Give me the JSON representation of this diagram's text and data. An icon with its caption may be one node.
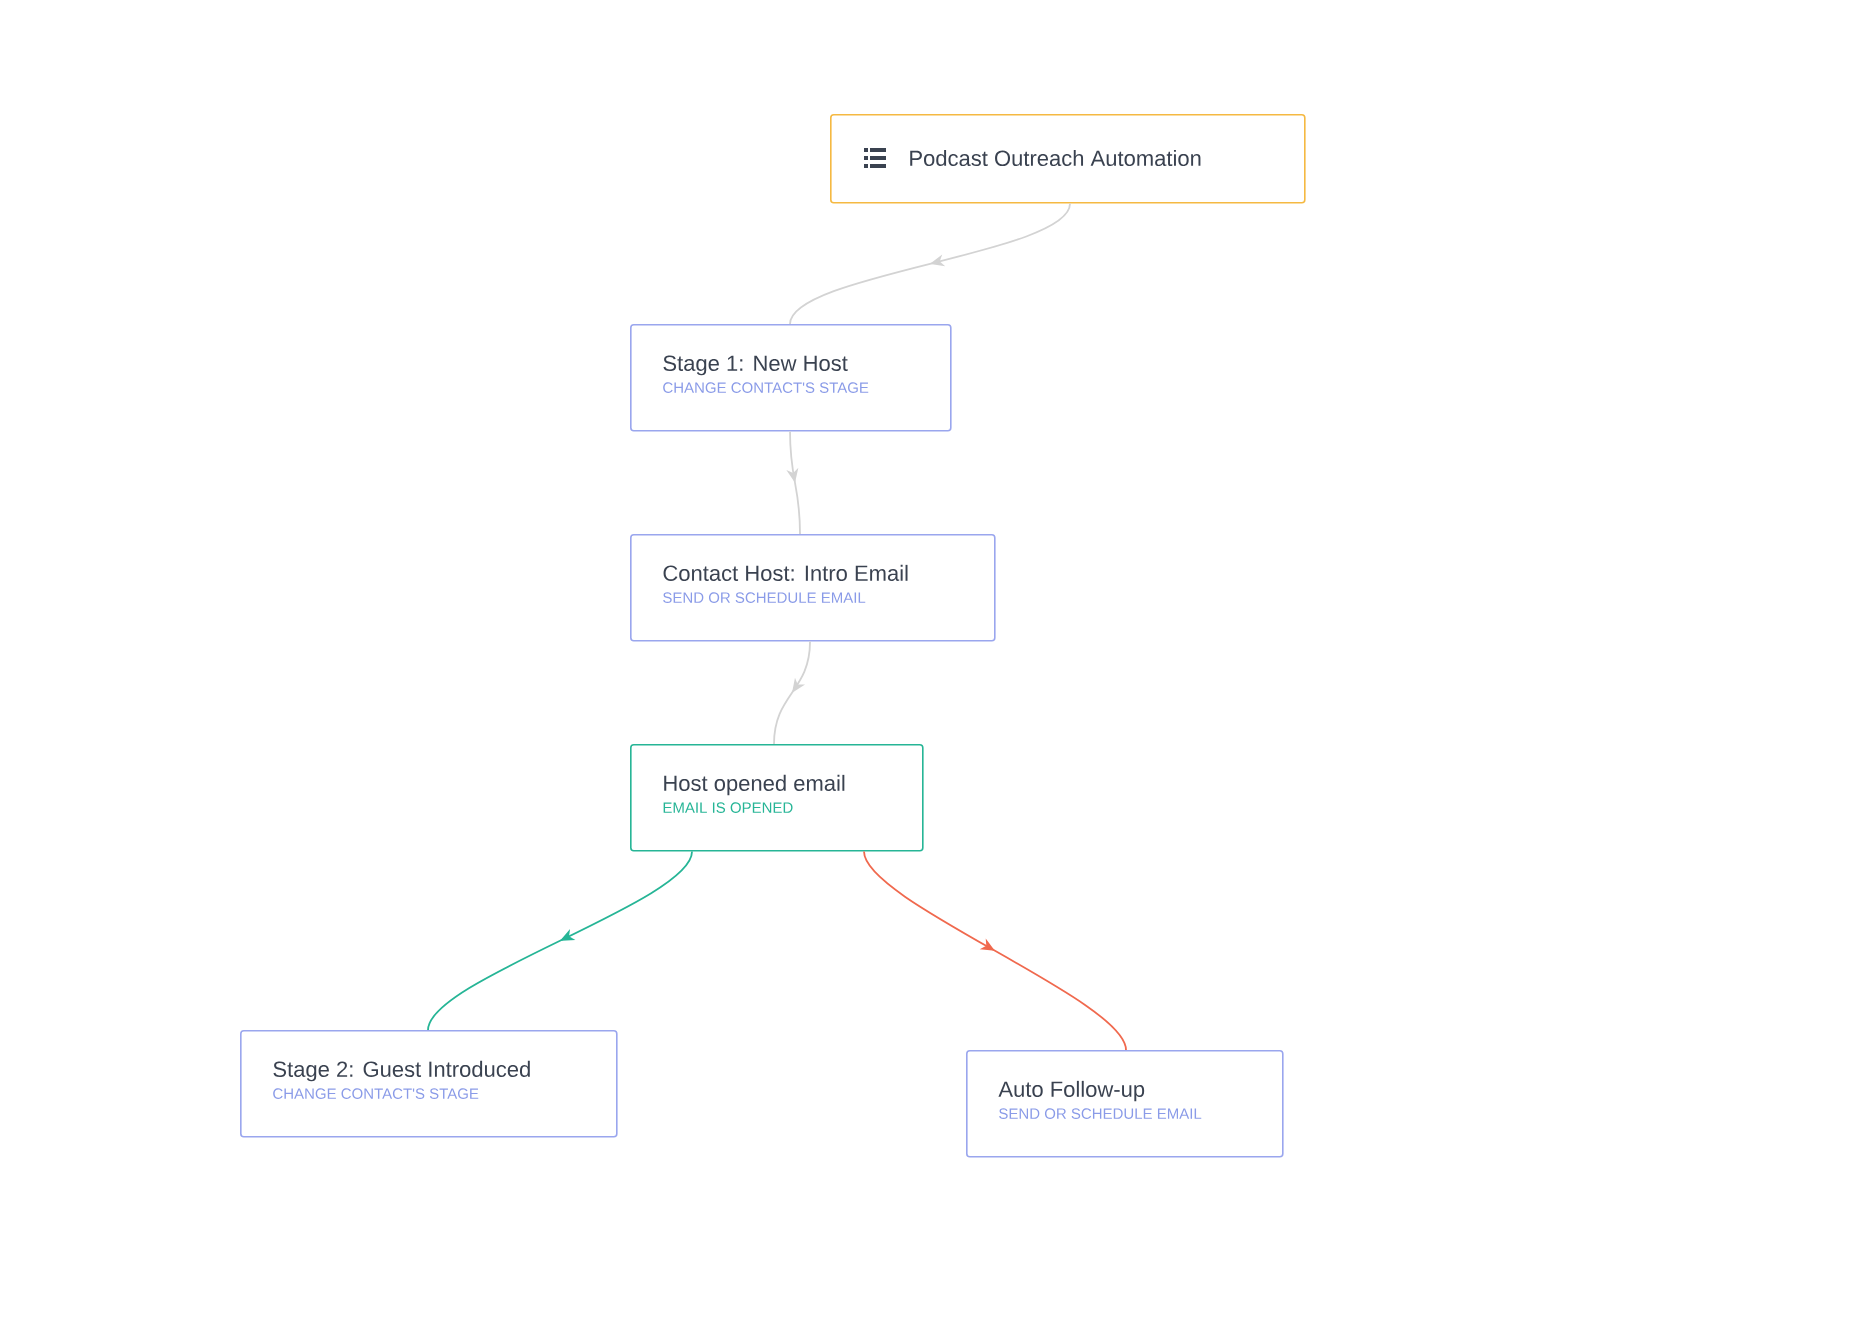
{
  "diagram": {
    "nodes": [
      {
        "text": [
          "Podcast Outreach Automation"
        ]
      },
      {
        "text": [
          "Stage 1: New Host",
          "CHANGE CONTACT'S STAGE"
        ]
      },
      {
        "text": [
          "Contact Host: Intro Email",
          "SEND OR SCHEDULE EMAIL"
        ]
      },
      {
        "text": [
          "Host opened email",
          "EMAIL IS OPENED"
        ]
      },
      {
        "text": [
          "Stage 2: Guest Introduced",
          "CHANGE CONTACT'S STAGE"
        ]
      },
      {
        "text": [
          "Auto Follow-up",
          "SEND OR SCHEDULE EMAIL"
        ]
      }
    ],
    "edges": [
      {
        "from": 0,
        "to": 1,
        "arrow": "to"
      },
      {
        "from": 1,
        "to": 2,
        "arrow": "to"
      },
      {
        "from": 2,
        "to": 3,
        "arrow": "to"
      },
      {
        "from": 3,
        "to": 4,
        "arrow": "to",
        "color": "#26b596"
      },
      {
        "from": 3,
        "to": 5,
        "arrow": "to",
        "color": "#f0694e"
      }
    ]
  }
}
